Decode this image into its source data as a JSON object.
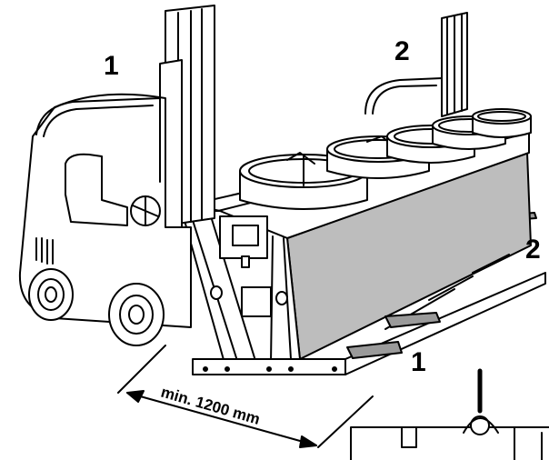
{
  "labels": {
    "forklift_left": "1",
    "forklift_right": "2",
    "fork_right_upper": "2",
    "fork_right_lower": "1"
  },
  "dimension": {
    "text": "min. 1200 mm"
  },
  "colors": {
    "line": "#000000",
    "panel_fill": "#bdbdbd",
    "background": "#ffffff",
    "fork_fill": "#9a9a9a"
  }
}
